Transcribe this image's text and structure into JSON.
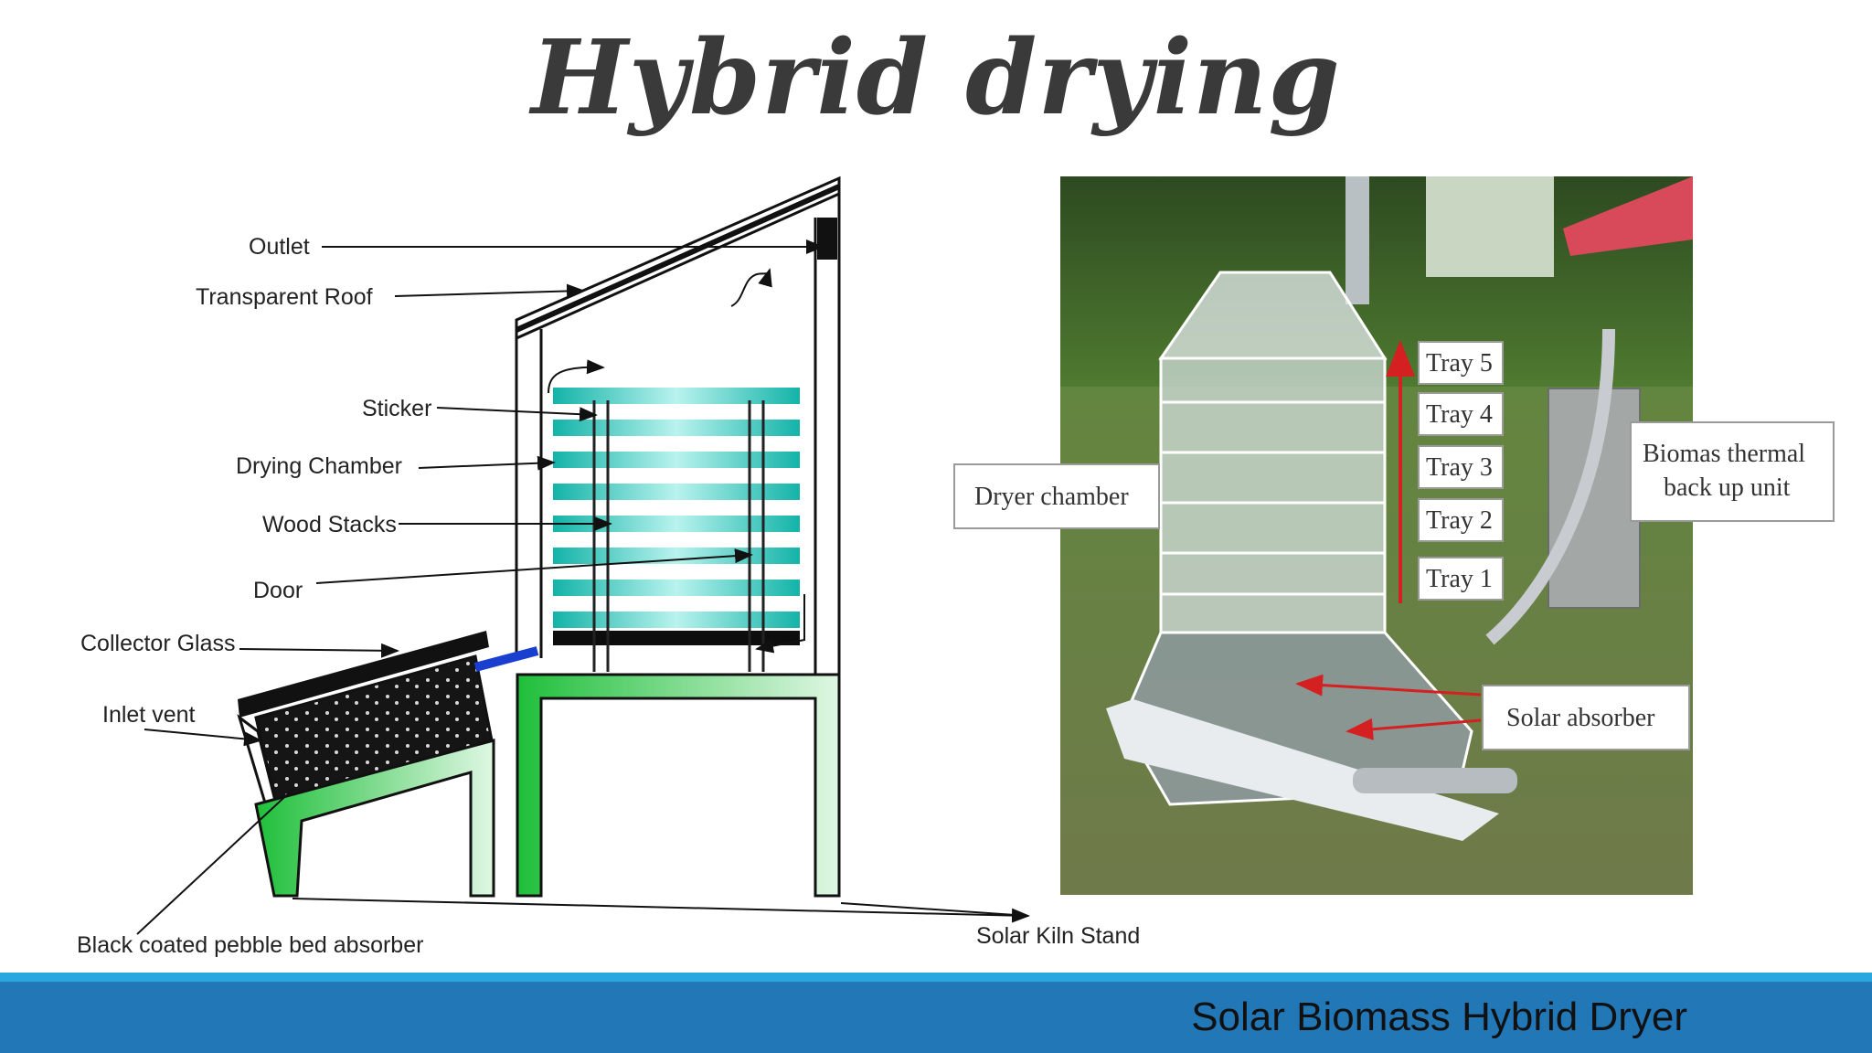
{
  "slide": {
    "title": "Hybrid drying",
    "footer": "Solar Biomass Hybrid Dryer"
  },
  "schematic": {
    "labels": {
      "outlet": "Outlet",
      "roof": "Transparent Roof",
      "sticker": "Sticker",
      "chamber": "Drying Chamber",
      "wood": "Wood Stacks",
      "door": "Door",
      "glass": "Collector Glass",
      "inlet": "Inlet vent",
      "absorber": "Black coated pebble bed absorber",
      "stand": "Solar Kiln Stand"
    }
  },
  "photo": {
    "labels": {
      "chamber": "Dryer chamber",
      "tray5": "Tray 5",
      "tray4": "Tray 4",
      "tray3": "Tray 3",
      "tray2": "Tray 2",
      "tray1": "Tray 1",
      "biomass_line1": "Biomas thermal",
      "biomass_line2": "back up unit",
      "solar": "Solar absorber"
    }
  },
  "colors": {
    "accent_band": "#2277b7",
    "accent_band_top": "#29a8e0",
    "tray_teal": "#19c2b8",
    "stand_green": "#1fbf3a",
    "arrow_red": "#d42020"
  }
}
